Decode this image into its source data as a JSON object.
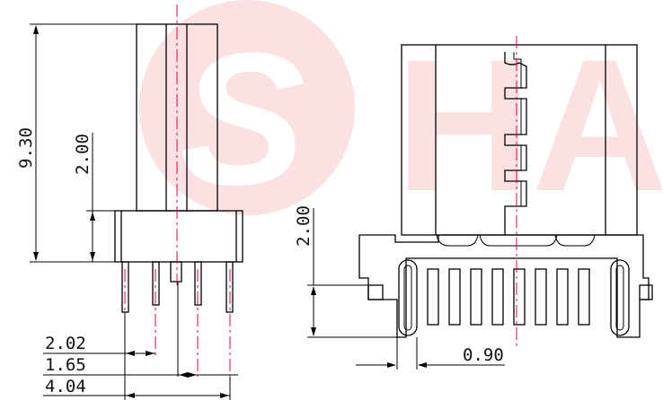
{
  "drawing": {
    "watermark": {
      "text": "HAN",
      "logo_glyph": "S",
      "color": "#e8202a"
    },
    "side_view": {
      "dimensions": {
        "overall_height": "9.30",
        "pin_length": "2.00",
        "pitch_row": "2.02",
        "pin_pitch": "1.65",
        "overall_width": "4.04"
      }
    },
    "front_view": {
      "dimensions": {
        "pin_length": "2.00",
        "lead_spacing": "0.90"
      }
    },
    "colors": {
      "line": "#000000",
      "centerline": "#e0004d",
      "dimension": "#000000"
    }
  }
}
